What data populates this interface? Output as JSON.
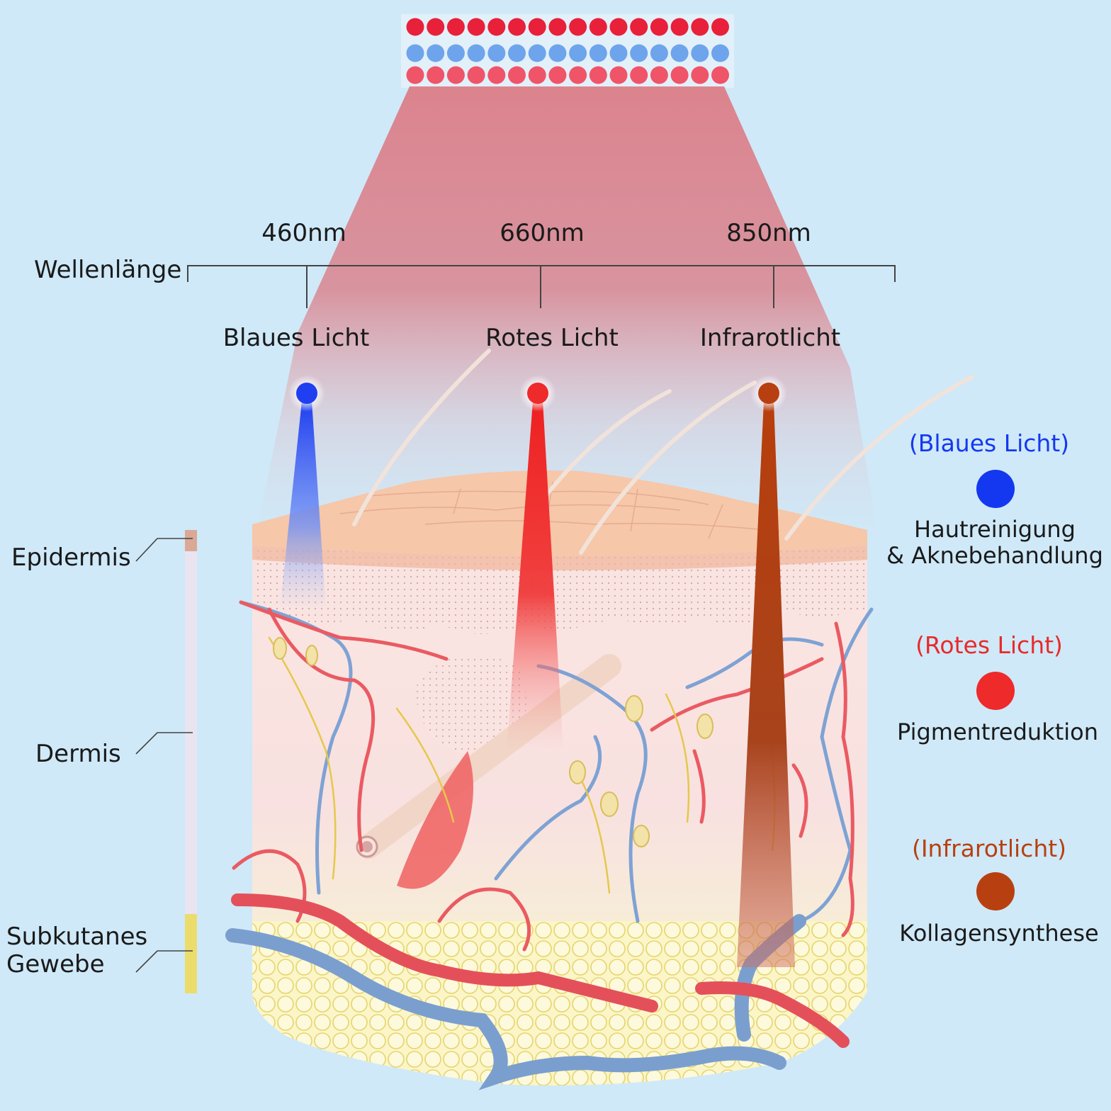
{
  "wavelength_label": "Wellenlänge",
  "bands": [
    {
      "wavelength": "460nm",
      "name": "Blaues Licht",
      "color": "#1f3ff0"
    },
    {
      "wavelength": "660nm",
      "name": "Rotes Licht",
      "color": "#ee2a2a"
    },
    {
      "wavelength": "850nm",
      "name": "Infrarotlicht",
      "color": "#b84010"
    }
  ],
  "layers": [
    {
      "name": "Epidermis",
      "color": "#d9a995"
    },
    {
      "name": "Dermis",
      "color": "#e9e4f0"
    },
    {
      "name": "Subkutanes Gewebe",
      "line1": "Subkutanes",
      "line2": "Gewebe",
      "color": "#ecdc6c"
    }
  ],
  "legend": [
    {
      "heading": "(Blaues Licht)",
      "line1": "Hautreinigung",
      "line2": "& Aknebehandlung",
      "color": "#1438f0"
    },
    {
      "heading": "(Rotes Licht)",
      "line1": "Pigmentreduktion",
      "line2": "",
      "color": "#ee2a2a"
    },
    {
      "heading": "(Infrarotlicht)",
      "line1": "Kollagensynthese",
      "line2": "",
      "color": "#b84010"
    }
  ],
  "led_colors": {
    "row1": "#e8203a",
    "row2": "#6ea4ec",
    "row3": "#f05468"
  }
}
